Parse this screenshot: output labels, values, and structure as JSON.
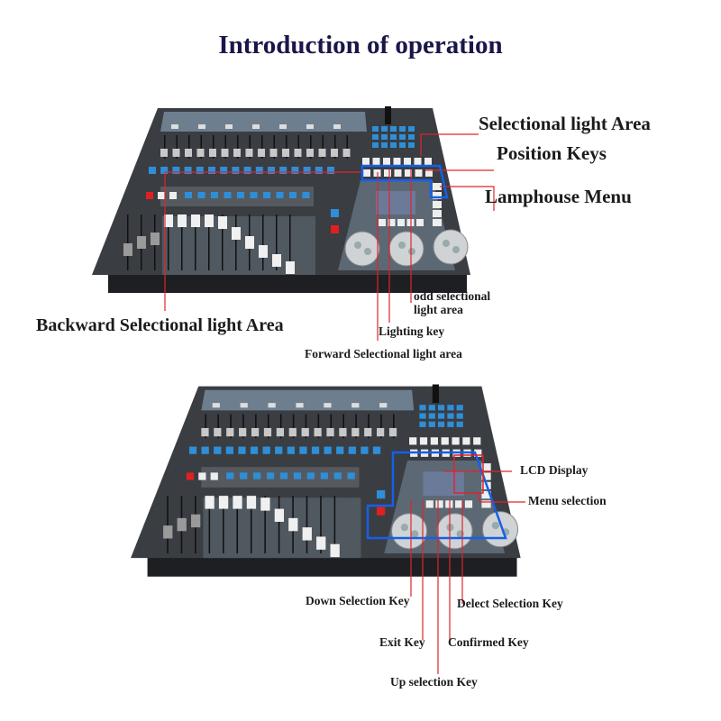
{
  "title": "Introduction of operation",
  "top_console": {
    "labels": {
      "selectional_light_area": "Selectional light Area",
      "position_keys": "Position Keys",
      "lamphouse_menu": "Lamphouse Menu",
      "backward_selectional_light_area": "Backward Selectional light Area",
      "odd_selectional_line1": "odd selectional",
      "odd_selectional_line2": "light area",
      "lighting_key": "Lighting key",
      "forward_selectional_light_area": "Forward Selectional light area"
    }
  },
  "bottom_console": {
    "labels": {
      "lcd_display": "LCD Display",
      "menu_selection": "Menu selection",
      "down_selection_key": "Down Selection Key",
      "delect_selection_key": "Delect Selection Key",
      "exit_key": "Exit Key",
      "confirmed_key": "Confirmed Key",
      "up_selection_key": "Up selection Key"
    }
  },
  "colors": {
    "title": "#1a1748",
    "leader": "#e0242c",
    "highlight_box": "#1560e8",
    "panel": "#3a3d42",
    "key_blue": "#2e8fd8"
  }
}
